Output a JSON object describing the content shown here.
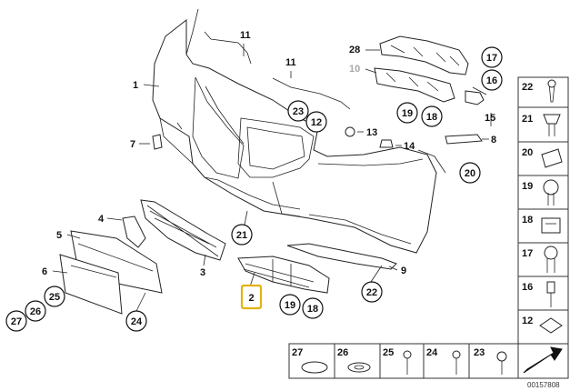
{
  "callouts": {
    "c1": "1",
    "c2": "2",
    "c4": "4",
    "c5": "5",
    "c6": "6",
    "c7": "7",
    "c8": "8",
    "c9": "9",
    "c10": "10",
    "c11a": "11",
    "c11b": "11",
    "c12": "12",
    "c13": "13",
    "c14": "14",
    "c15": "15",
    "c16": "16",
    "c17": "17",
    "c18a": "18",
    "c18b": "18",
    "c19a": "19",
    "c19b": "19",
    "c20": "20",
    "c21": "21",
    "c22": "22",
    "c23": "23",
    "c24": "24",
    "c25": "25",
    "c26": "26",
    "c27": "27",
    "c28": "28",
    "c3": "3"
  },
  "side_legend": [
    "22",
    "21",
    "20",
    "19",
    "18",
    "17",
    "16",
    "12"
  ],
  "bottom_legend": [
    "27",
    "26",
    "25",
    "24",
    "23"
  ],
  "reference_number": "00157808",
  "highlight_color": "#e3b313"
}
